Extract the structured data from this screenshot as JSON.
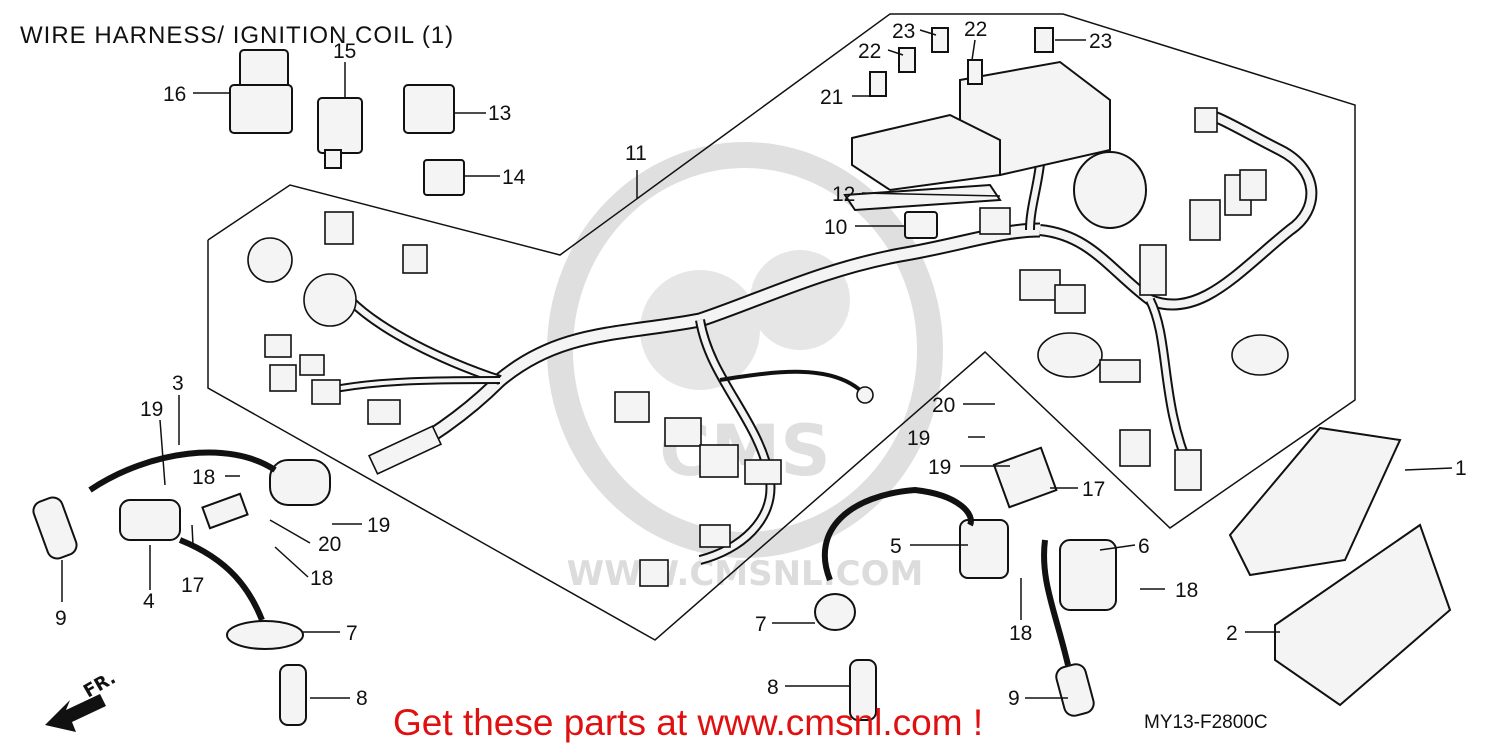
{
  "title": "WIRE HARNESS/ IGNITION COIL (1)",
  "promo": "Get these parts at www.cmsnl.com !",
  "diagram_code": "MY13-F2800C",
  "watermark": {
    "text": "WWW.CMSNL.COM",
    "color": "#d9d9d9"
  },
  "direction_label": "FR.",
  "callouts": {
    "c1": "1",
    "c2": "2",
    "c3": "3",
    "c4": "4",
    "c5": "5",
    "c6": "6",
    "c7a": "7",
    "c7b": "7",
    "c8a": "8",
    "c8b": "8",
    "c9a": "9",
    "c9b": "9",
    "c10": "10",
    "c11": "11",
    "c12": "12",
    "c13": "13",
    "c14": "14",
    "c15": "15",
    "c16": "16",
    "c17a": "17",
    "c17b": "17",
    "c18a": "18",
    "c18b": "18",
    "c18c": "18",
    "c18d": "18",
    "c19a": "19",
    "c19b": "19",
    "c19c": "19",
    "c19d": "19",
    "c20a": "20",
    "c20b": "20",
    "c21": "21",
    "c22a": "22",
    "c22b": "22",
    "c23a": "23",
    "c23b": "23"
  },
  "colors": {
    "line": "#111111",
    "fill_part": "#f4f4f4",
    "promo": "#e01010"
  }
}
